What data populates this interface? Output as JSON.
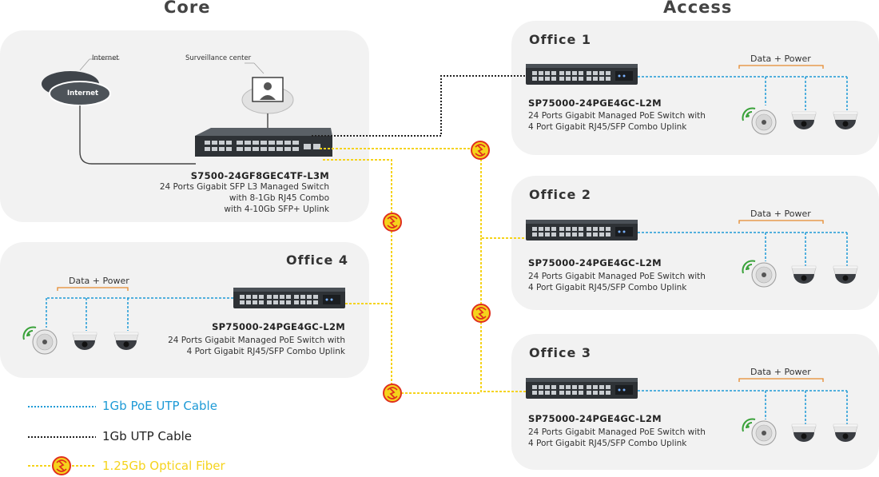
{
  "sections": {
    "core": "Core",
    "access": "Access"
  },
  "core": {
    "internet_label": "Internet",
    "cloud_label": "Internet",
    "surveillance_label": "Surveillance center",
    "switch_model": "S7500-24GF8GEC4TF-L3M",
    "switch_desc": [
      "24 Ports Gigabit SFP L3  Managed Switch",
      "with 8-1Gb RJ45 Combo",
      "with 4-10Gb SFP+ Uplink"
    ]
  },
  "offices": [
    {
      "title": "Office  1",
      "data_power": "Data + Power",
      "model": "SP75000-24PGE4GC-L2M",
      "desc": [
        "24 Ports Gigabit Managed PoE Switch with",
        "4 Port Gigabit RJ45/SFP Combo Uplink"
      ]
    },
    {
      "title": "Office  2",
      "data_power": "Data + Power",
      "model": "SP75000-24PGE4GC-L2M",
      "desc": [
        "24 Ports Gigabit Managed PoE Switch with",
        "4 Port Gigabit RJ45/SFP Combo Uplink"
      ]
    },
    {
      "title": "Office  3",
      "data_power": "Data + Power",
      "model": "SP75000-24PGE4GC-L2M",
      "desc": [
        "24 Ports Gigabit Managed PoE Switch with",
        "4 Port Gigabit RJ45/SFP Combo Uplink"
      ]
    },
    {
      "title": "Office  4",
      "data_power": "Data + Power",
      "model": "SP75000-24PGE4GC-L2M",
      "desc": [
        "24 Ports Gigabit Managed PoE Switch with",
        "4 Port Gigabit RJ45/SFP Combo Uplink"
      ]
    }
  ],
  "legend": [
    {
      "label": "1Gb PoE UTP Cable",
      "color": "#1e9ad6"
    },
    {
      "label": "1Gb UTP Cable",
      "color": "#222222"
    },
    {
      "label": "1.25Gb Optical Fiber",
      "color": "#f5d31c"
    }
  ],
  "colors": {
    "panel": "#f2f2f2",
    "poe": "#1e9ad6",
    "utp": "#222222",
    "fiber": "#f5d31c",
    "bracket": "#e58a2e",
    "fiber_icon": "#e0301e"
  },
  "icons": {
    "fiber": "fiber-optic-icon",
    "wifi": "wifi-icon",
    "camera": "dome-camera-icon",
    "fisheye": "fisheye-camera-icon",
    "monitor": "monitor-icon",
    "cloud": "cloud-icon",
    "switch": "network-switch-icon"
  }
}
